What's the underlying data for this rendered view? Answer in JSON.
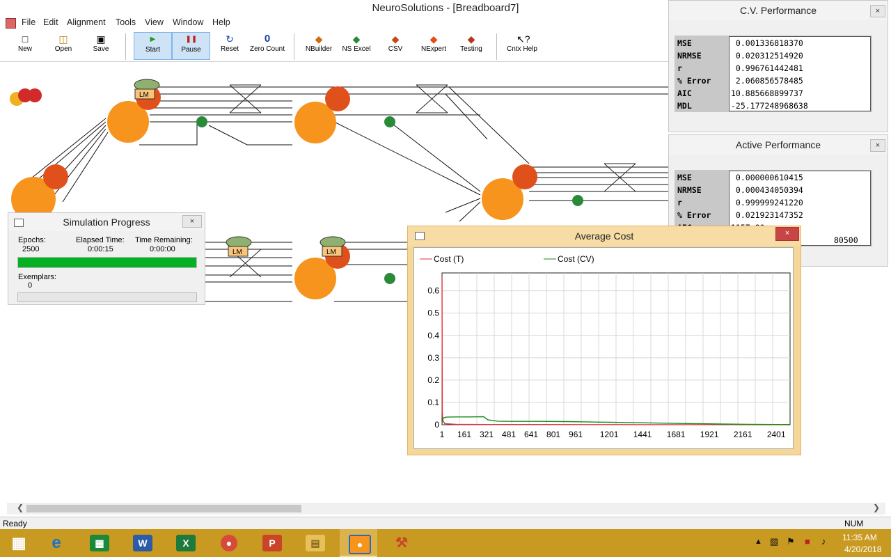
{
  "window": {
    "title": "NeuroSolutions - [Breadboard7]"
  },
  "menu": [
    "File",
    "Edit",
    "Alignment",
    "Tools",
    "View",
    "Window",
    "Help"
  ],
  "toolbar": {
    "new": "New",
    "open": "Open",
    "save": "Save",
    "start": "Start",
    "pause": "Pause",
    "reset": "Reset",
    "zero_count": "Zero Count",
    "zero_glyph": "0",
    "nbuilder": "NBuilder",
    "ns_excel": "NS Excel",
    "csv": "CSV",
    "nexpert": "NExpert",
    "testing": "Testing",
    "cntx_help": "Cntx Help"
  },
  "canvas": {
    "lm_label": "LM"
  },
  "cv_perf": {
    "title": "C.V. Performance",
    "labels": [
      "MSE",
      "NRMSE",
      "r",
      "% Error",
      "AIC",
      "MDL"
    ],
    "values": [
      " 0.001336818370",
      " 0.020312514920",
      " 0.996761442481",
      " 2.060856578485",
      "10.885668899737",
      "-25.177248968638"
    ]
  },
  "active_perf": {
    "title": "Active Performance",
    "labels": [
      "MSE",
      "NRMSE",
      "r",
      "% Error",
      "AIC"
    ],
    "values": [
      " 0.000000610415",
      " 0.000434050394",
      " 0.999999241220",
      " 0.021923147352",
      "1157.80"
    ],
    "partial_tail": "80500"
  },
  "sim": {
    "title": "Simulation Progress",
    "epochs_label": "Epochs:",
    "epochs": "2500",
    "elapsed_label": "Elapsed Time:",
    "elapsed": "0:00:15",
    "remaining_label": "Time Remaining:",
    "remaining": "0:00:00",
    "exemplars_label": "Exemplars:",
    "exemplars": "0",
    "progress": 1.0
  },
  "chart_data": {
    "type": "line",
    "title": "Average Cost",
    "xlabel": "",
    "ylabel": "",
    "x_ticks": [
      "1",
      "161",
      "321",
      "481",
      "641",
      "801",
      "961",
      "1201",
      "1441",
      "1681",
      "1921",
      "2161",
      "2401"
    ],
    "y_ticks": [
      "0",
      "0.1",
      "0.2",
      "0.3",
      "0.4",
      "0.5",
      "0.6"
    ],
    "xlim": [
      1,
      2500
    ],
    "ylim": [
      0,
      0.68
    ],
    "series": [
      {
        "name": "Cost (T)",
        "color": "#e0303a",
        "x": [
          1,
          3,
          6,
          20,
          100,
          300,
          500,
          1000,
          1500,
          2000,
          2500
        ],
        "y": [
          0.66,
          0.06,
          0.02,
          0.005,
          0.002,
          0.001,
          0.001,
          0.0005,
          0.0003,
          0.0002,
          0.0001
        ]
      },
      {
        "name": "Cost (CV)",
        "color": "#1a8a1a",
        "x": [
          1,
          10,
          30,
          100,
          200,
          300,
          330,
          400,
          500,
          700,
          900,
          1000,
          1100,
          1200,
          1400,
          1600,
          1800,
          2000,
          2200,
          2400,
          2500
        ],
        "y": [
          0.005,
          0.03,
          0.034,
          0.035,
          0.035,
          0.036,
          0.022,
          0.016,
          0.015,
          0.015,
          0.014,
          0.013,
          0.012,
          0.011,
          0.009,
          0.007,
          0.005,
          0.003,
          0.002,
          0.001,
          0.001
        ]
      }
    ],
    "grid": true,
    "legend_position": "top"
  },
  "statusbar": {
    "text": "Ready",
    "num": "NUM"
  },
  "clock": {
    "time": "11:35 AM",
    "date": "4/20/2018"
  },
  "colors": {
    "taskbar": "#c99a22",
    "progress": "#06b025",
    "accent_active": "#cfe3f6"
  }
}
